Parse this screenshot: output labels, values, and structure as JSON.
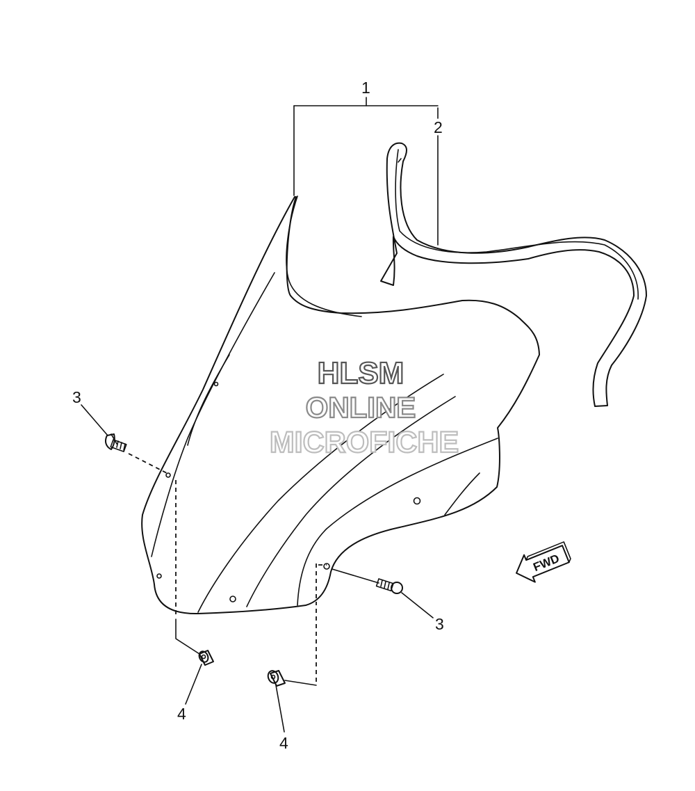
{
  "callouts": {
    "c1": "1",
    "c2": "2",
    "c3_left": "3",
    "c3_right": "3",
    "c4_left": "4",
    "c4_right": "4"
  },
  "watermark": {
    "line1": "HLSM",
    "line2": "ONLINE",
    "line3": "MICROFICHE",
    "colors": [
      "#555555",
      "#8a8a8a",
      "#bdbdbd"
    ]
  },
  "direction_badge": {
    "label": "FWD",
    "icon": "arrow-fwd-icon"
  }
}
